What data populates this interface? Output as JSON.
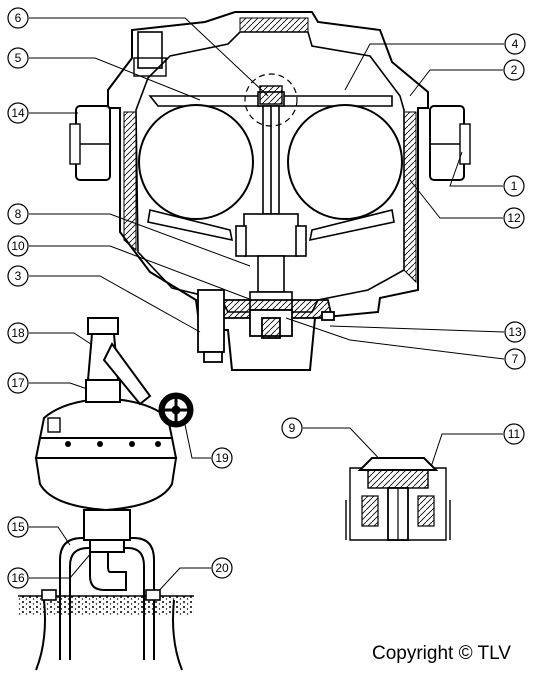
{
  "callouts": [
    "1",
    "2",
    "3",
    "4",
    "5",
    "6",
    "7",
    "8",
    "9",
    "10",
    "11",
    "12",
    "13",
    "14",
    "15",
    "16",
    "17",
    "18",
    "19",
    "20"
  ],
  "copyright": {
    "prefix": "Copyright",
    "symbol": "©",
    "owner": "TLV"
  }
}
